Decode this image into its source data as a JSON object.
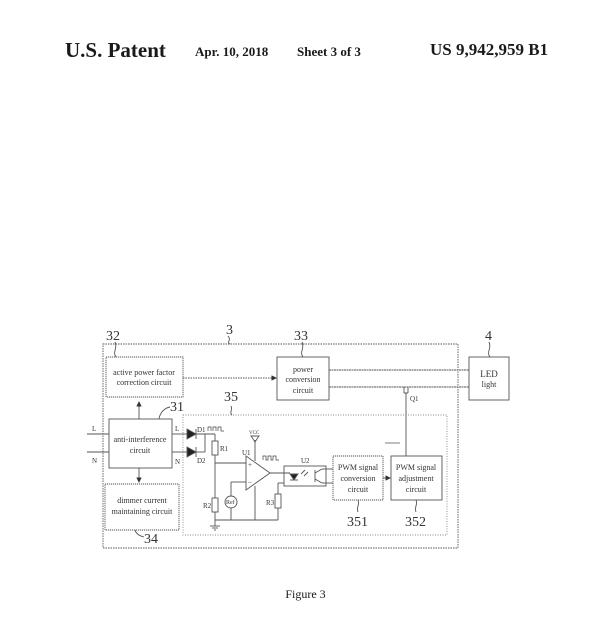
{
  "header": {
    "title": "U.S. Patent",
    "date": "Apr. 10, 2018",
    "sheet": "Sheet 3 of 3",
    "patent_number": "US 9,942,959 B1"
  },
  "figure": {
    "caption": "Figure 3",
    "ref_numerals": {
      "outer": "3",
      "apfc": "32",
      "power_conv": "33",
      "led": "4",
      "anti_int": "31",
      "dimmer": "34",
      "control": "35",
      "pwm_conv": "351",
      "pwm_adj": "352"
    },
    "blocks": {
      "apfc": [
        "active power factor",
        "correction circuit"
      ],
      "power_conv": [
        "power",
        "conversion",
        "circuit"
      ],
      "led": [
        "LED",
        "light"
      ],
      "anti_int": [
        "anti-interference",
        "circuit"
      ],
      "dimmer": [
        "dimmer current",
        "maintaining circuit"
      ],
      "pwm_conv": [
        "PWM signal",
        "conversion",
        "circuit"
      ],
      "pwm_adj": [
        "PWM signal",
        "adjustment",
        "circuit"
      ]
    },
    "components": {
      "d1": "D1",
      "d2": "D2",
      "r1": "R1",
      "r2": "R2",
      "r3": "R3",
      "u1": "U1",
      "u2": "U2",
      "q1": "Q1",
      "ref": "Ref",
      "vcc": "VCC",
      "plus": "+",
      "minus": "−"
    },
    "terminals": {
      "in_l": "L",
      "in_n": "N",
      "out_l": "L",
      "out_n": "N"
    }
  }
}
